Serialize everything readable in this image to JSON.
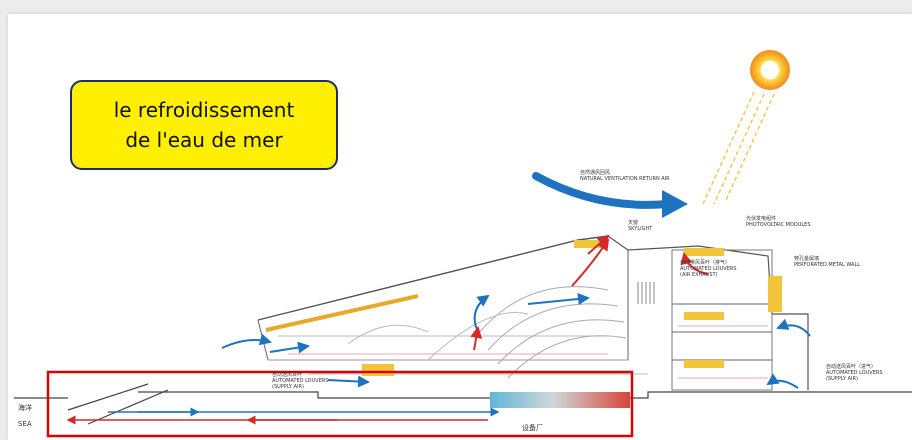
{
  "title_box": {
    "line1": "le refroidissement",
    "line2": "de l'eau de mer"
  },
  "labels": {
    "natural_ventilation": [
      "自然通风回风",
      "NATURAL VENTILATION RETURN AIR"
    ],
    "skylight": [
      "天窗",
      "SKYLIGHT"
    ],
    "photovoltaic": [
      "光伏发电组件",
      "PHOTOVOLTAIC MODULES"
    ],
    "exhaust_louvers": [
      "自动排风百叶（排气）",
      "AUTOMATED LOUVERS",
      "(AIR EXHAUST)"
    ],
    "perforated_wall": [
      "穿孔金属墙",
      "PERFORATED METAL WALL"
    ],
    "supply_louvers_left": [
      "自动送风百叶",
      "AUTOMATED LOUVERS",
      "(SUPPLY AIR)"
    ],
    "supply_louvers_right": [
      "自动送风百叶（进气）",
      "AUTOMATED LOUVERS",
      "(SUPPLY AIR)"
    ],
    "sea_cn": "海洋",
    "sea_en": "SEA",
    "plant_room": "设备厂"
  },
  "colors": {
    "highlight_box": "#d90000",
    "title_fill": "#ffef00",
    "title_border": "#1f2d66",
    "airflow_blue": "#1e73be",
    "airflow_red": "#d42a2a",
    "sun": "#f5a623"
  },
  "icons": [
    "sun-icon"
  ]
}
